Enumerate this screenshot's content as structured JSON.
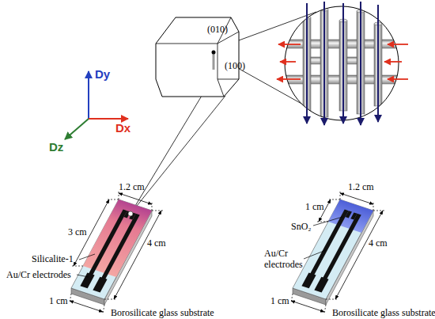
{
  "diagram": {
    "labels": [
      "(010)",
      "(100)",
      "Dy",
      "Dx",
      "Dz",
      "1.2 cm",
      "3 cm",
      "Silicalite-1",
      "4 cm",
      "Au/Cr electrodes",
      "1 cm",
      "Borosilicate glass substrate",
      "1.2 cm",
      "1 cm",
      "SnO₂",
      "4 cm",
      "Au/Cr electrodes",
      "1 cm",
      "Borosilicate glass substrate"
    ]
  }
}
